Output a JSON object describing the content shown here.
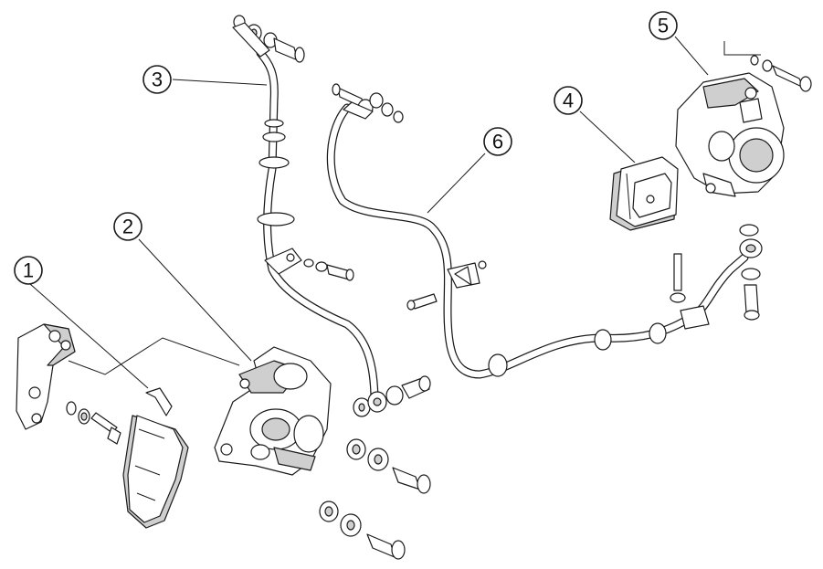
{
  "callouts": [
    {
      "id": "1",
      "label": "1"
    },
    {
      "id": "2",
      "label": "2"
    },
    {
      "id": "3",
      "label": "3"
    },
    {
      "id": "4",
      "label": "4"
    },
    {
      "id": "5",
      "label": "5"
    },
    {
      "id": "6",
      "label": "6"
    }
  ],
  "colors": {
    "line": "#1a1a1a",
    "background": "#ffffff",
    "shade": "#cfcfcf"
  }
}
